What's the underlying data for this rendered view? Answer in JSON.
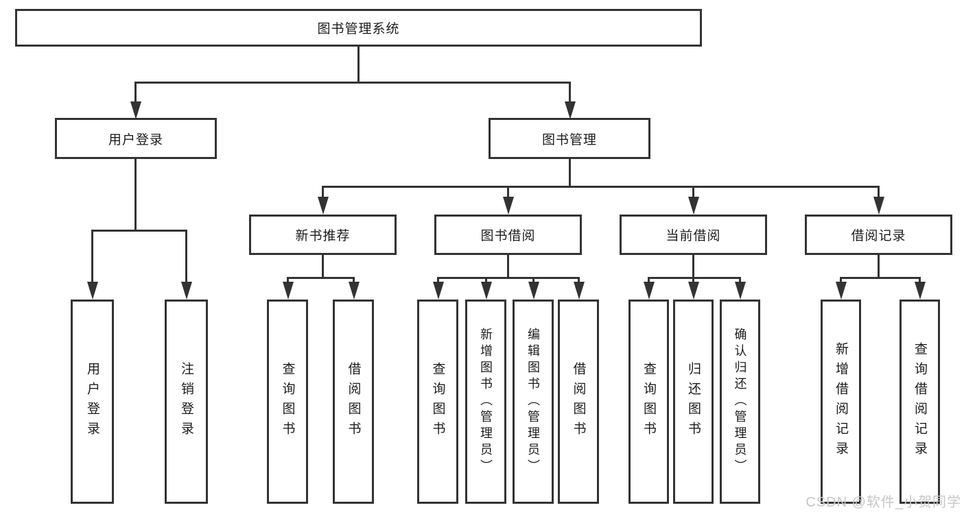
{
  "diagram": {
    "root": "图书管理系统",
    "branches": [
      {
        "label": "用户登录",
        "children": [
          "用户登录",
          "注销登录"
        ]
      },
      {
        "label": "图书管理",
        "groups": [
          {
            "label": "新书推荐",
            "children": [
              "查询图书",
              "借阅图书"
            ]
          },
          {
            "label": "图书借阅",
            "children": [
              "查询图书",
              "新增图书（管理员）",
              "编辑图书（管理员）",
              "借阅图书"
            ]
          },
          {
            "label": "当前借阅",
            "children": [
              "查询图书",
              "归还图书",
              "确认归还（管理员）"
            ]
          },
          {
            "label": "借阅记录",
            "children": [
              "新增借阅记录",
              "查询借阅记录"
            ]
          }
        ]
      }
    ]
  },
  "watermark": "CSDN @软件_小贺同学",
  "colors": {
    "line": "#333333",
    "text": "#1c1c1c",
    "watermark": "#c6c6c6",
    "background": "#ffffff"
  }
}
